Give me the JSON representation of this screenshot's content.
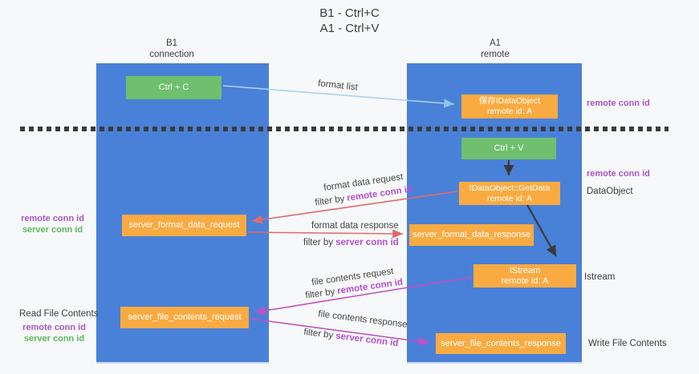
{
  "title": {
    "line1": "B1 - Ctrl+C",
    "line2": "A1 - Ctrl+V"
  },
  "lifelines": {
    "b1": {
      "name": "B1",
      "role": "connection"
    },
    "a1": {
      "name": "A1",
      "role": "remote"
    }
  },
  "nodes": {
    "ctrl_c": {
      "label": "Ctrl + C"
    },
    "ctrl_v": {
      "label": "Ctrl + V"
    },
    "save_idataobject": {
      "line1": "保存IDataObject",
      "line2": "remote id: A"
    },
    "getdata": {
      "line1": "IDataObject::GetData",
      "line2": "remote id: A"
    },
    "istream": {
      "line1": "IStream",
      "line2": "remote id: A"
    },
    "format_request": {
      "label": "server_format_data_request"
    },
    "format_response": {
      "label": "server_format_data_response"
    },
    "file_request": {
      "label": "server_file_contents_request"
    },
    "file_response": {
      "label": "server_file_contents_response"
    }
  },
  "edges": {
    "format_list": {
      "label": "format list"
    },
    "format_request": {
      "label": "format data request",
      "filter_prefix": "filter by",
      "filter_key": "remote conn id"
    },
    "format_response": {
      "label": "format data response",
      "filter_prefix": "filter by",
      "filter_key": "server conn id"
    },
    "file_request": {
      "label": "file contents request",
      "filter_prefix": "filter by",
      "filter_key": "remote conn id"
    },
    "file_response": {
      "label": "file contents response",
      "filter_prefix": "filter by",
      "filter_key": "server conn id"
    }
  },
  "annotations": {
    "right_top_conn_id": "remote conn id",
    "right_mid_conn_id": "remote conn id",
    "dataobject": "DataObject",
    "istream": "Istream",
    "write_file_contents": "Write File Contents",
    "read_file_contents": "Read File Contents",
    "left_format_remote": "remote conn id",
    "left_format_server": "server conn id",
    "left_file_remote": "remote conn id",
    "left_file_server": "server conn id"
  },
  "colors": {
    "background": "#f7f8f9",
    "lifeline_blue": "#4a81d8",
    "node_green": "#6ec06e",
    "node_orange": "#f9ab42",
    "arrow_lightblue": "#a8d3f0",
    "arrow_red": "#e06a6a",
    "arrow_magenta": "#c24fc2",
    "arrow_black": "#3a3a3a",
    "text_purple": "#a855c8",
    "text_green": "#5cb85c",
    "text_dark": "#3c3c3c"
  }
}
